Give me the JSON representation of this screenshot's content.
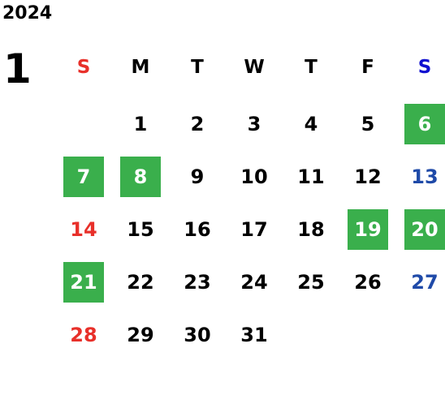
{
  "year": "2024",
  "month": "1",
  "weekdays": [
    "S",
    "M",
    "T",
    "W",
    "T",
    "F",
    "S"
  ],
  "colors": {
    "sunday": "#e8302a",
    "saturday": "#1f4aa8",
    "holiday_bg": "#3aaf4c",
    "holiday_text": "#ffffff"
  },
  "weeks": [
    [
      "",
      "1",
      "2",
      "3",
      "4",
      "5",
      "6"
    ],
    [
      "7",
      "8",
      "9",
      "10",
      "11",
      "12",
      "13"
    ],
    [
      "14",
      "15",
      "16",
      "17",
      "18",
      "19",
      "20"
    ],
    [
      "21",
      "22",
      "23",
      "24",
      "25",
      "26",
      "27"
    ],
    [
      "28",
      "29",
      "30",
      "31",
      "",
      "",
      ""
    ]
  ],
  "holidays": [
    "6",
    "7",
    "8",
    "19",
    "20",
    "21"
  ]
}
